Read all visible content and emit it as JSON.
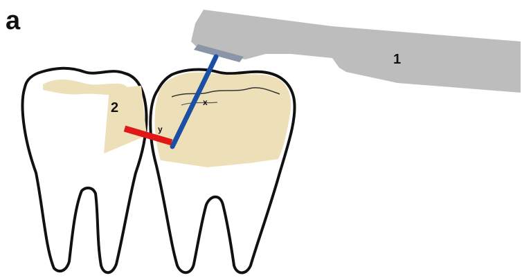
{
  "figure": {
    "panel_label": "a",
    "labels": {
      "instrument": "1",
      "restoration": "2",
      "x": "x",
      "y": "y"
    }
  },
  "colors": {
    "background": "#ffffff",
    "tooth_fill": "#ffffff",
    "tooth_outline": "#111111",
    "enamel": "#ede0b8",
    "restoration": "#ede0b8",
    "instrument": "#bdbdbd",
    "instrument_tip": "#8a96a8",
    "measure_x": "#1a4fa3",
    "measure_y": "#e01818"
  }
}
